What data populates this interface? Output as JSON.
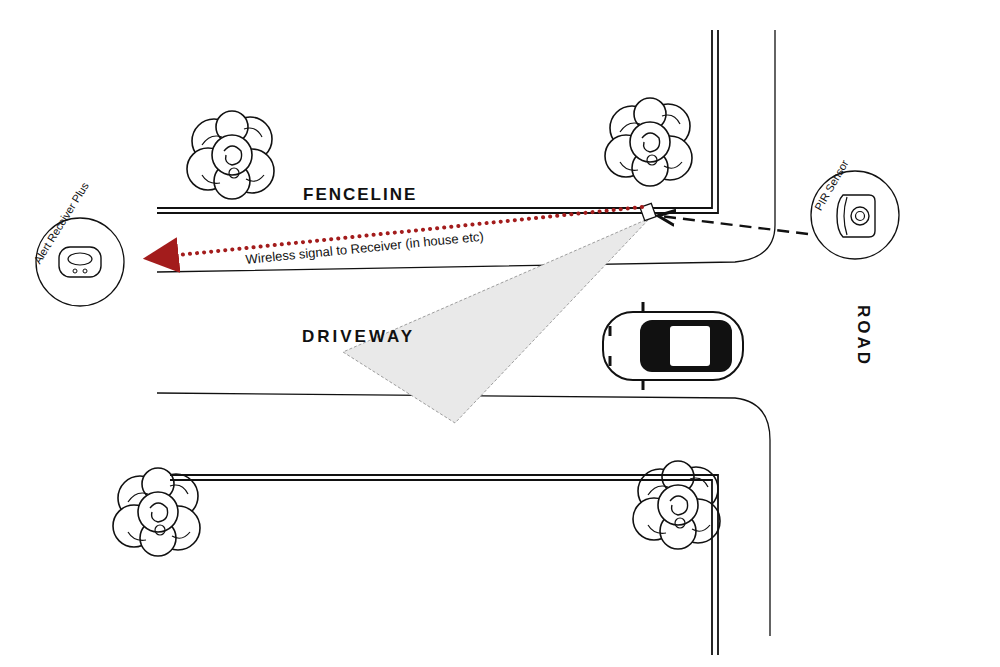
{
  "diagram": {
    "nodes": [
      {
        "text": [
          "Alert Receiver Plus"
        ]
      },
      {
        "text": [
          "PIR Sensor"
        ]
      }
    ],
    "labels": [
      "FENCELINE",
      "Wireless signal to Receiver (in house etc)",
      "DRIVEWAY",
      "ROAD"
    ]
  }
}
